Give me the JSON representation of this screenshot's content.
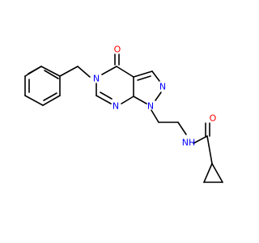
{
  "colors": {
    "bond": "#000000",
    "nitrogen": "#0000ff",
    "oxygen": "#ff0000"
  },
  "atoms": {
    "n_ring_benzyl": "N",
    "n_pyrazole_1": "N",
    "n_pyrazole_2": "N",
    "n_pyrimidine": "N",
    "o_ketone": "O",
    "nh_amide": "NH",
    "o_amide": "O"
  }
}
